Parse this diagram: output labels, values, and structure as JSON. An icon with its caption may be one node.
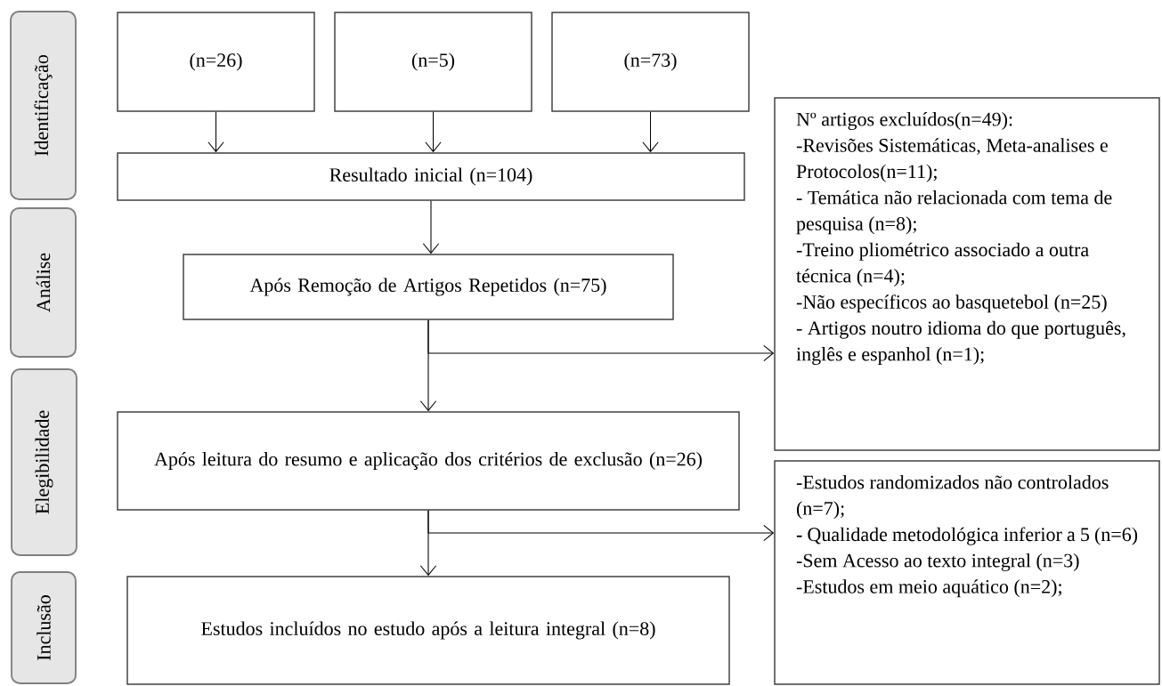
{
  "diagram": {
    "nodes": [
      {
        "text": [
          "Identificação"
        ]
      },
      {
        "text": [
          "Análise"
        ]
      },
      {
        "text": [
          "Elegibilidade"
        ]
      },
      {
        "text": [
          "Inclusão"
        ]
      },
      {
        "text": [
          "(n=26)"
        ]
      },
      {
        "text": [
          "(n=5)"
        ]
      },
      {
        "text": [
          "(n=73)"
        ]
      },
      {
        "text": [
          "Resultado inicial (n=104)"
        ]
      },
      {
        "text": [
          "Após Remoção de Artigos Repetidos (n=75)"
        ]
      },
      {
        "text": [
          "Após leitura do resumo e aplicação dos critérios de exclusão (n=26)"
        ]
      },
      {
        "text": [
          "Estudos incluídos no estudo após a leitura integral (n=8)"
        ]
      },
      {
        "text": [
          "Nº artigos excluídos(n=49):",
          "-Revisões Sistemáticas, Meta-analises e Protocolos(n=11);",
          "- Temática não relacionada com tema de pesquisa (n=8);",
          "-Treino pliométrico associado a outra técnica (n=4);",
          "-Não específicos ao basquetebol (n=25)",
          "- Artigos noutro idioma do que português, inglês e espanhol (n=1);"
        ]
      },
      {
        "text": [
          "-Estudos randomizados não controlados (n=7);",
          "**-** Qualidade metodológica inferior a 5 (n=6)",
          "-Sem Acesso ao texto integral (n=3)",
          "-Estudos em meio aquático (n=2);"
        ]
      }
    ],
    "edges": [
      {
        "from": 4,
        "to": 7,
        "arrow": "to"
      },
      {
        "from": 5,
        "to": 7,
        "arrow": "to"
      },
      {
        "from": 6,
        "to": 7,
        "arrow": "to"
      },
      {
        "from": 7,
        "to": 8,
        "arrow": "to"
      },
      {
        "from": 8,
        "to": 9,
        "arrow": "to"
      },
      {
        "from": 8,
        "to": 11,
        "arrow": "to"
      },
      {
        "from": 9,
        "to": 10,
        "arrow": "to"
      },
      {
        "from": 9,
        "to": 12,
        "arrow": "to"
      }
    ]
  }
}
